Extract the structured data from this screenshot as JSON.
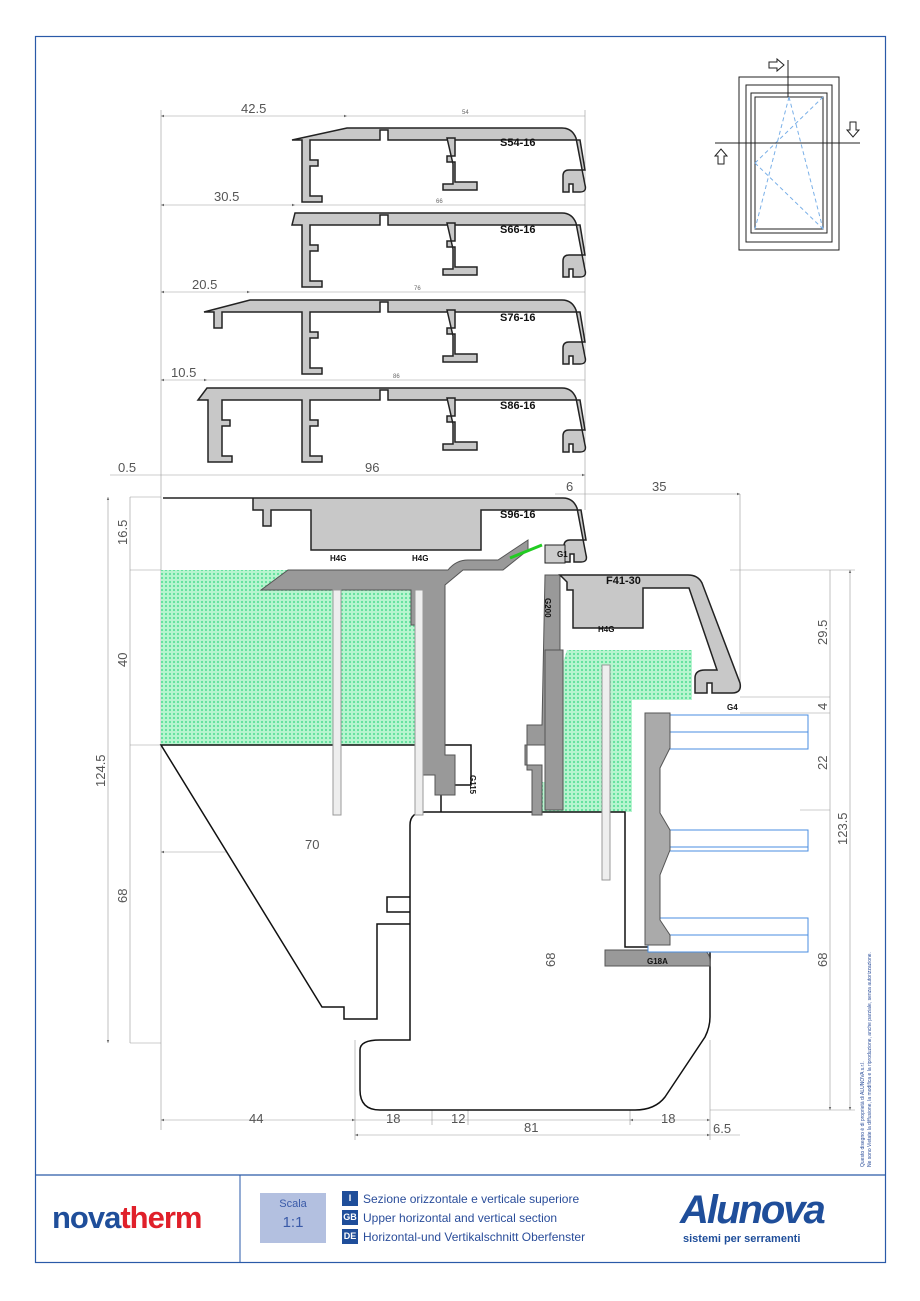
{
  "profiles": {
    "s54": {
      "code": "S54-16",
      "width": "54",
      "offset": "42.5"
    },
    "s66": {
      "code": "S66-16",
      "width": "66",
      "offset": "30.5"
    },
    "s76": {
      "code": "S76-16",
      "width": "76",
      "offset": "20.5"
    },
    "s86": {
      "code": "S86-16",
      "width": "86",
      "offset": "10.5"
    },
    "s96": {
      "code": "S96-16",
      "width": "96",
      "offset": "0.5"
    }
  },
  "components": {
    "sash": "F41-30",
    "hinge1": "H4G",
    "hinge2": "H4G",
    "hinge3": "H4G",
    "gasket_g1": "G1",
    "gasket_g200": "G200",
    "gasket_g4": "G4",
    "gasket_g115": "G115",
    "gasket_g18a": "G18A"
  },
  "dimensions": {
    "gap": "6",
    "sash_width": "35",
    "top_height": "16.5",
    "insulation_height": "40",
    "total_left_height": "124.5",
    "lower_left_height": "68",
    "frame_width": "70",
    "bottom_left": "44",
    "bottom_18a": "18",
    "bottom_12": "12",
    "bottom_81": "81",
    "bottom_18b": "18",
    "bottom_6_5": "6.5",
    "right_29_5": "29.5",
    "right_4": "4",
    "right_22": "22",
    "right_123_5": "123.5",
    "right_68": "68",
    "middle_68": "68"
  },
  "title_block": {
    "brand_left_a": "nova",
    "brand_left_b": "therm",
    "scale_label": "Scala",
    "scale_value": "1:1",
    "descriptions": [
      {
        "lang": "I",
        "text": "Sezione orizzontale e verticale superiore"
      },
      {
        "lang": "GB",
        "text": "Upper horizontal and vertical section"
      },
      {
        "lang": "DE",
        "text": "Horizontal-und Vertikalschnitt Oberfenster"
      }
    ],
    "brand_right": "Alunova",
    "brand_right_tagline": "sistemi per serramenti",
    "copyright_line1": "Questo disegno è di proprietà di ALUNOVA s.r.l.",
    "copyright_line2": "Ne sono Vietate la diffusione, la modifica e la riproduzione, anche parziale, senza autorizzazione."
  },
  "colors": {
    "border": "#2a5aa8",
    "profile_fill": "#c8c8c8",
    "insulation": "#8ef0b8",
    "glazing": "#4a8ee0",
    "brand_blue": "#1f4e9a",
    "brand_red": "#e0202a"
  }
}
